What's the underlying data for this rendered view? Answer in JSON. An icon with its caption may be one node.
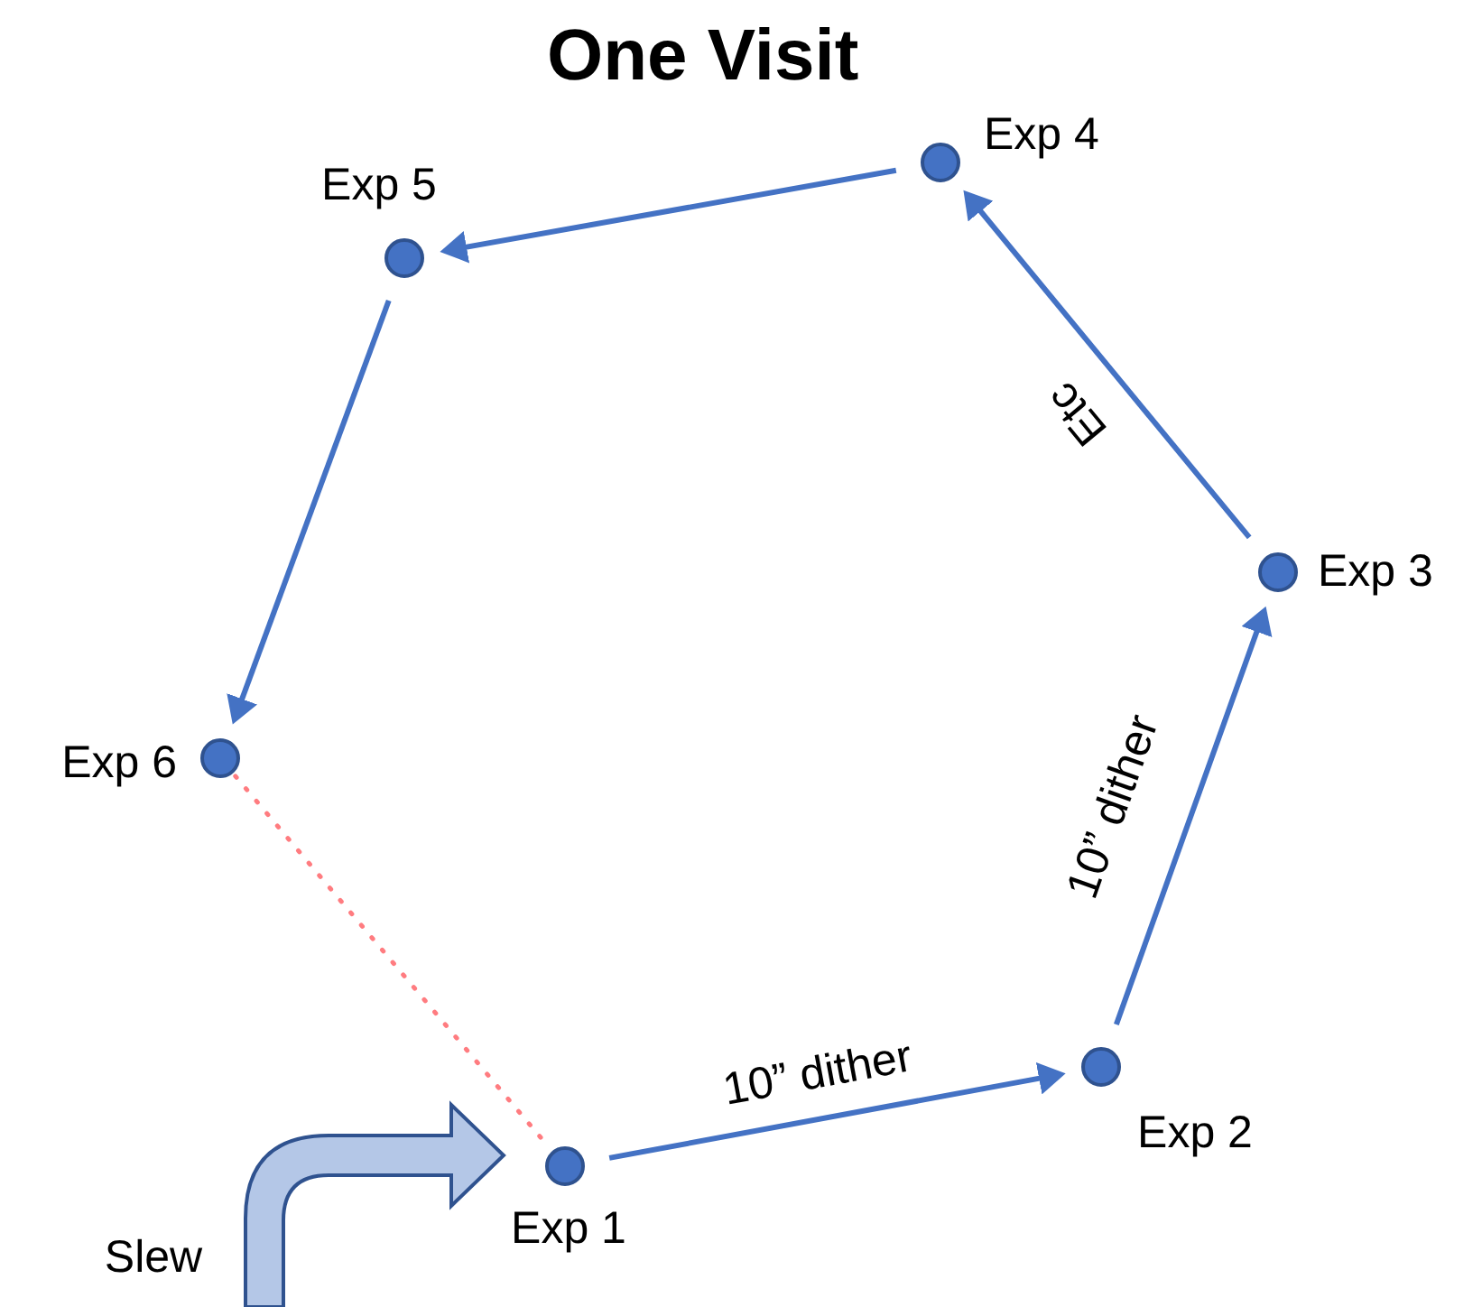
{
  "diagram": {
    "title": "One Visit",
    "nodes": [
      {
        "text": [],
        "shape": "circle",
        "beside": [
          "Exp 1"
        ]
      },
      {
        "text": [],
        "shape": "circle",
        "beside": [
          "Exp 2"
        ]
      },
      {
        "text": [],
        "shape": "circle",
        "beside": [
          "Exp 3"
        ]
      },
      {
        "text": [],
        "shape": "circle",
        "beside": [
          "Exp 4"
        ]
      },
      {
        "text": [],
        "shape": "circle",
        "beside": [
          "Exp 5"
        ]
      },
      {
        "text": [],
        "shape": "circle",
        "beside": [
          "Exp 6"
        ]
      }
    ],
    "edges": [
      {
        "from": 0,
        "to": 1,
        "arrow": "to",
        "label": "10” dither"
      },
      {
        "from": 1,
        "to": 2,
        "arrow": "to",
        "label": "10” dither"
      },
      {
        "from": 2,
        "to": 3,
        "arrow": "to",
        "label": "Etc"
      },
      {
        "from": 3,
        "to": 4,
        "arrow": "to"
      },
      {
        "from": 4,
        "to": 5,
        "arrow": "to"
      },
      {
        "from": 5,
        "to": 0,
        "arrow": "none",
        "style": "dashed",
        "color": "#ff7c80"
      },
      {
        "from": null,
        "to": 0,
        "arrow": "to",
        "label": "Slew",
        "style": "thick"
      }
    ]
  }
}
